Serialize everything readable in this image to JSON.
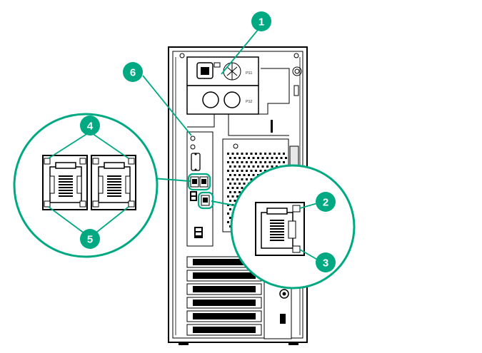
{
  "figure": {
    "accent_color": "#01a982",
    "callouts": [
      {
        "id": "1",
        "label": "1"
      },
      {
        "id": "2",
        "label": "2"
      },
      {
        "id": "3",
        "label": "3"
      },
      {
        "id": "4",
        "label": "4"
      },
      {
        "id": "5",
        "label": "5"
      },
      {
        "id": "6",
        "label": "6"
      }
    ],
    "psu_labels": {
      "psu1": "PS1",
      "psu2": "PS2"
    },
    "icons": [
      "power-inlet-icon",
      "rj45-port-icon",
      "usb-port-icon",
      "vga-port-icon",
      "fan-grille-icon",
      "expansion-slot-icon"
    ]
  }
}
